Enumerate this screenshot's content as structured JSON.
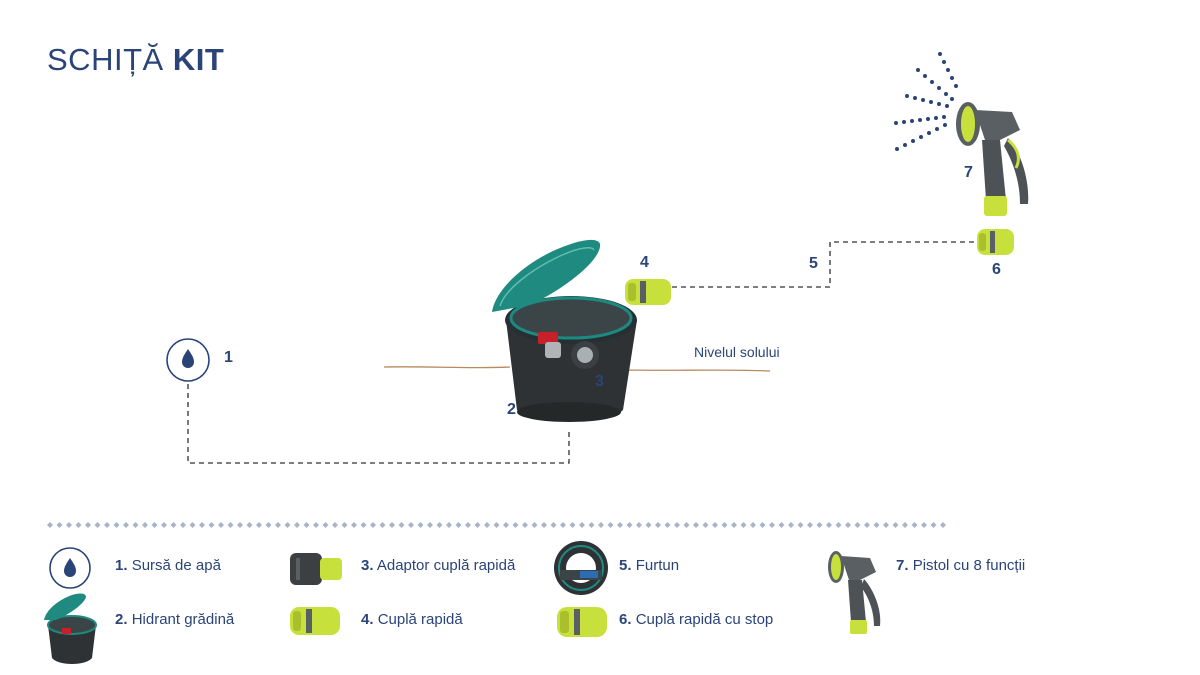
{
  "title": {
    "light": "SCHIȚĂ",
    "bold": "KIT"
  },
  "ground_label": "Nivelul solului",
  "step_numbers": {
    "water_source": "1",
    "hydrant": "2",
    "adapter": "3",
    "coupling": "4",
    "hose": "5",
    "stop_coupling": "6",
    "spray_gun": "7"
  },
  "legend": [
    {
      "number": "1.",
      "label": "Sursă de apă",
      "icon": "water-drop-icon"
    },
    {
      "number": "2.",
      "label": "Hidrant grădină",
      "icon": "garden-hydrant-icon"
    },
    {
      "number": "3.",
      "label": "Adaptor cuplă rapidă",
      "icon": "quick-adapter-icon"
    },
    {
      "number": "4.",
      "label": "Cuplă rapidă",
      "icon": "quick-coupling-icon"
    },
    {
      "number": "5.",
      "label": "Furtun",
      "icon": "hose-reel-icon"
    },
    {
      "number": "6.",
      "label": "Cuplă rapidă cu stop",
      "icon": "stop-coupling-icon"
    },
    {
      "number": "7.",
      "label": "Pistol cu 8 funcții",
      "icon": "spray-gun-icon"
    }
  ],
  "colors": {
    "navy": "#2b4478",
    "teal": "#1f8a80",
    "lime": "#c8e03c",
    "grey": "#5a5f63",
    "dark": "#2e3235",
    "ground": "#b98a5e"
  }
}
